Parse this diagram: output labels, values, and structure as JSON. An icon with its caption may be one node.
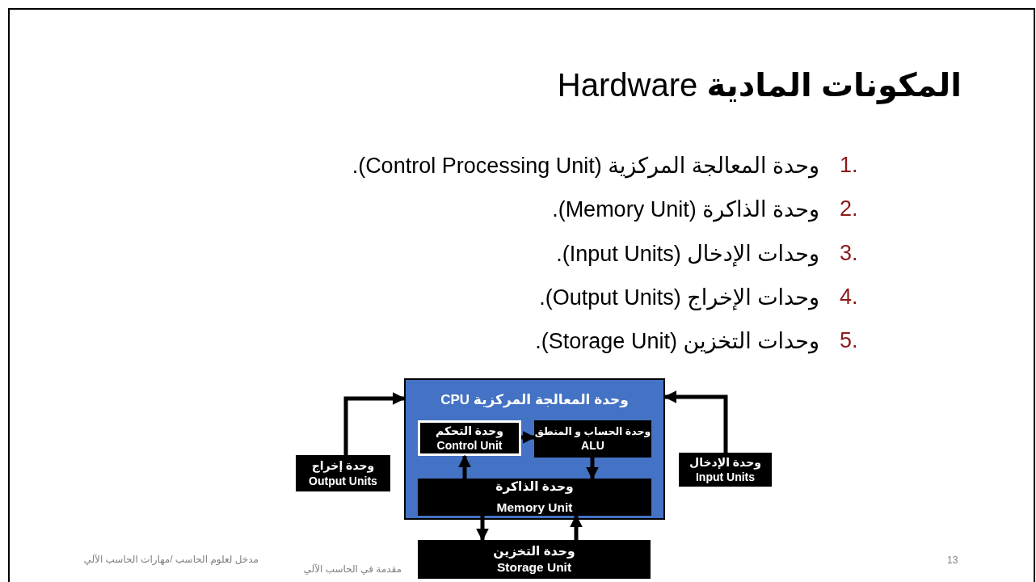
{
  "diagram": {
    "title": "**المكونات المادية** Hardware",
    "nodes": [
      {
        "text": [
          "وحدة المعالجة المركزية CPU"
        ]
      },
      {
        "text": [
          "وحدة التحكم",
          "Control Unit"
        ],
        "in": 0
      },
      {
        "text": [
          "وحدة الحساب و المنطق",
          "ALU"
        ],
        "in": 0
      },
      {
        "text": [
          "وحدة الذاكرة",
          "Memory Unit"
        ],
        "in": 0
      },
      {
        "text": [
          "وحدة إخراج",
          "Output Units"
        ]
      },
      {
        "text": [
          "وحدة الإدخال",
          "Input Units"
        ]
      },
      {
        "text": [
          "وحدة التخزين",
          "Storage Unit"
        ]
      }
    ],
    "edges": [
      {
        "from": 4,
        "to": 0,
        "arrow": "to"
      },
      {
        "from": 5,
        "to": 0,
        "arrow": "to"
      },
      {
        "from": 1,
        "to": 2,
        "arrow": "to"
      },
      {
        "from": 3,
        "to": 1,
        "arrow": "to"
      },
      {
        "from": 2,
        "to": 3,
        "arrow": "to"
      },
      {
        "from": 3,
        "to": 6,
        "arrow": "to"
      },
      {
        "from": 6,
        "to": 3,
        "arrow": "to"
      }
    ],
    "labels": [
      "1.",
      "وحدة المعالجة المركزية (Control Processing Unit).",
      "2.",
      "وحدة الذاكرة (Memory Unit).",
      "3.",
      "وحدات الإدخال (Input Units).",
      "4.",
      "وحدات الإخراج (Output Units).",
      "5.",
      "وحدات التخزين (Storage Unit).",
      "مدخل لعلوم الحاسب /مهارات الحاسب الآلي",
      "مقدمة في الحاسب الآلي",
      "13"
    ]
  }
}
